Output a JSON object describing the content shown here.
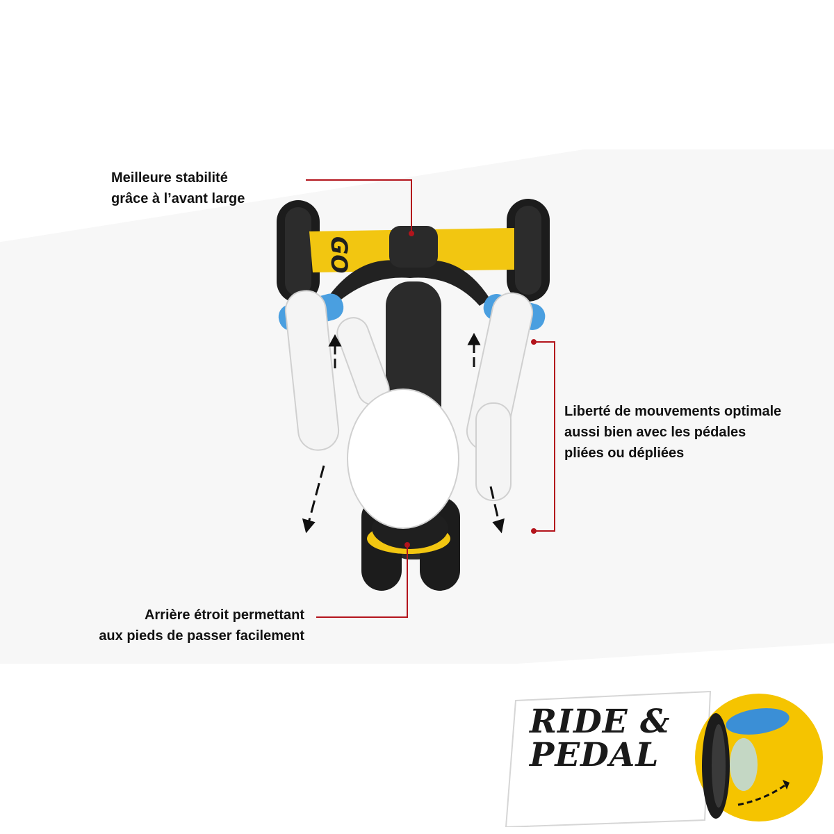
{
  "callouts": {
    "front": "Meilleure stabilité\ngrâce à l’avant large",
    "freedom": "Liberté de mouvements optimale\naussi bien avec les pédales\npliées ou dépliées",
    "rear": "Arrière étroit permettant\naux pieds de passer facilement"
  },
  "badge": {
    "text": "RIDE &\nPEDAL"
  },
  "colors": {
    "accent_red": "#b3141c",
    "frame_yellow": "#f2c611",
    "grip_blue": "#4a9fe0",
    "badge_yellow": "#f5c400"
  },
  "icons": [
    "arrow-up-icon",
    "arrow-down-icon",
    "pedal-icon"
  ]
}
